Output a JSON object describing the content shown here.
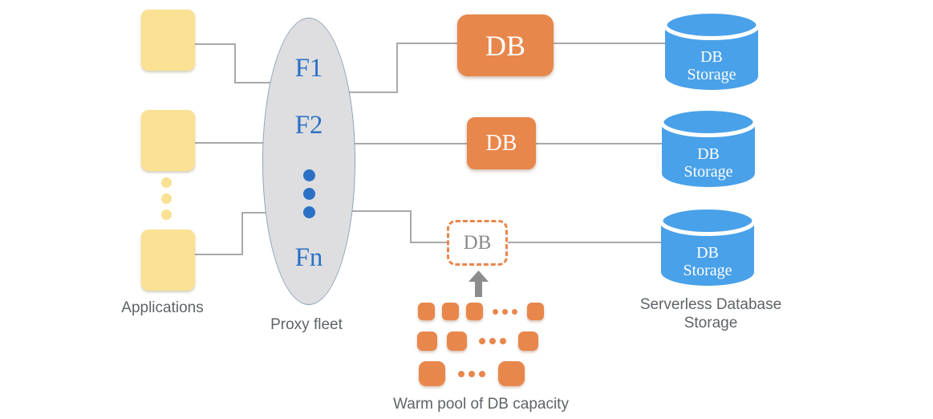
{
  "colors": {
    "app_yellow": "#fae193",
    "db_orange": "#e8874c",
    "storage_blue": "#49a1e9",
    "proxy_text_blue": "#2b70c5",
    "ellipse_fill": "#dedee0",
    "ellipse_border": "#90a4b8",
    "connector_gray": "#a9a9a9",
    "label_gray": "#5f6368",
    "arrow_gray": "#8c8c8c"
  },
  "applications": {
    "label": "Applications"
  },
  "proxy_fleet": {
    "label": "Proxy fleet",
    "nodes": [
      "F1",
      "F2",
      "Fn"
    ]
  },
  "db_instances": {
    "db1_label": "DB",
    "db2_label": "DB",
    "db3_label": "DB"
  },
  "storage": {
    "cylinder_line1": "DB",
    "cylinder_line2": "Storage",
    "caption_line1": "Serverless Database",
    "caption_line2": "Storage"
  },
  "warm_pool": {
    "label": "Warm pool of DB capacity"
  }
}
